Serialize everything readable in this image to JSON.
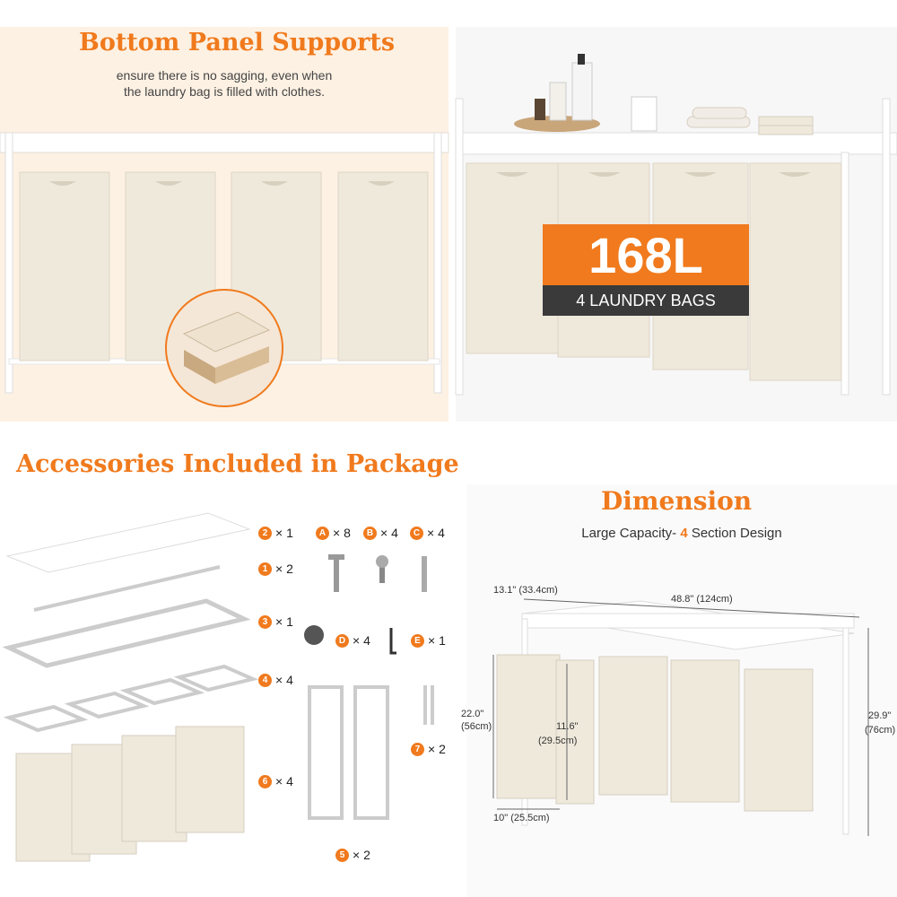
{
  "support": {
    "title": "Bottom Panel Supports",
    "line1": "ensure there is no sagging, even when",
    "line2": "the laundry bag is filled with clothes."
  },
  "capacity": {
    "value": "168L",
    "label": "4 LAUNDRY BAGS"
  },
  "accessories": {
    "title": "Accessories Included in Package",
    "parts": [
      {
        "id": "2",
        "qty": "× 1"
      },
      {
        "id": "1",
        "qty": "× 2"
      },
      {
        "id": "3",
        "qty": "× 1"
      },
      {
        "id": "4",
        "qty": "× 4"
      },
      {
        "id": "6",
        "qty": "× 4"
      },
      {
        "id": "5",
        "qty": "× 2"
      },
      {
        "id": "7",
        "qty": "× 2"
      }
    ],
    "hardware": [
      {
        "id": "A",
        "qty": "× 8"
      },
      {
        "id": "B",
        "qty": "× 4"
      },
      {
        "id": "C",
        "qty": "× 4"
      },
      {
        "id": "D",
        "qty": "× 4"
      },
      {
        "id": "E",
        "qty": "× 1"
      }
    ]
  },
  "dimension": {
    "title": "Dimension",
    "subtitle_pre": "Large Capacity- ",
    "subtitle_num": "4",
    "subtitle_post": " Section Design",
    "depth": "13.1\" (33.4cm)",
    "width": "48.8\" (124cm)",
    "bag_height_in": "22.0\"",
    "bag_height_cm": "(56cm)",
    "bag_depth_in": "11.6\"",
    "bag_depth_cm": "(29.5cm)",
    "height_in": "29.9\"",
    "height_cm": "(76cm)",
    "bag_width": "10\" (25.5cm)"
  },
  "colors": {
    "accent": "#f07a1d",
    "bag": "#efe9dc",
    "frame": "#ffffff",
    "dark": "#3a3a3a"
  }
}
